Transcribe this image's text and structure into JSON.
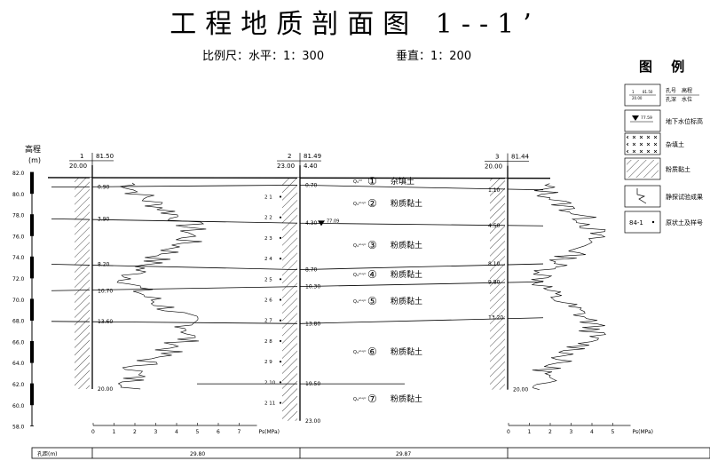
{
  "title": "工程地质剖面图 1--1’",
  "scale": {
    "horizontal": "比例尺：水平：1：300",
    "vertical": "垂直：1：200"
  },
  "legend": {
    "title": "图  例",
    "items": [
      {
        "icon": "borehole-legend-icon",
        "top": "孔号",
        "top_sub": "高程",
        "bottom": "孔深",
        "bottom_sub": "水位",
        "sample_a": "1",
        "sample_b": "81.50",
        "sample_c": "20.00"
      },
      {
        "icon": "groundwater-icon",
        "value": "77.59",
        "label": "地下水位标高"
      },
      {
        "icon": "fill-soil-hatch-icon",
        "label": "杂填土"
      },
      {
        "icon": "silty-clay-hatch-icon",
        "label": "粉质黏土"
      },
      {
        "icon": "cpt-curve-icon",
        "label": "静探试验成果"
      },
      {
        "icon": "sample-point-icon",
        "value": "84-1",
        "label": "原状土及样号"
      }
    ]
  },
  "elevation_axis": {
    "label": "高程",
    "unit": "(m)",
    "ticks": [
      "82.0",
      "80.0",
      "78.0",
      "76.0",
      "74.0",
      "72.0",
      "70.0",
      "68.0",
      "66.0",
      "64.0",
      "62.0",
      "60.0",
      "58.0"
    ]
  },
  "boreholes": [
    {
      "id": "1",
      "elevation": "81.50",
      "depth": "20.00",
      "water": "",
      "boundaries": [
        "0.90",
        "3.90",
        "8.20",
        "10.70",
        "13.60"
      ],
      "bottom": "20.00"
    },
    {
      "id": "2",
      "elevation": "81.49",
      "depth": "23.00",
      "water": "4.40",
      "boundaries": [
        "0.70",
        "4.30",
        "8.70",
        "10.30",
        "13.80",
        "19.50"
      ],
      "bottom": "23.00",
      "samples": [
        "2 1",
        "2 2",
        "2 3",
        "2 4",
        "2 5",
        "2 6",
        "2 7",
        "2 8",
        "2 9",
        "2 10",
        "2 11"
      ]
    },
    {
      "id": "3",
      "elevation": "81.44",
      "depth": "20.00",
      "water": "",
      "boundaries": [
        "1.10",
        "4.50",
        "8.10",
        "9.80",
        "13.20"
      ],
      "bottom": "20.00"
    }
  ],
  "water_level": "77.09",
  "layers": [
    {
      "code": "Q₄ᵐˡ",
      "number": "①",
      "name": "杂填土"
    },
    {
      "code": "Q₄ᵃˡ⁺ᵖˡ",
      "number": "②",
      "name": "粉质黏土"
    },
    {
      "code": "Q₄ᵃˡ⁺ᵖˡ",
      "number": "③",
      "name": "粉质黏土"
    },
    {
      "code": "Q₄ᵃˡ⁺ᵖˡ",
      "number": "④",
      "name": "粉质黏土"
    },
    {
      "code": "Q₄ᵃˡ⁺ᵖˡ",
      "number": "⑤",
      "name": "粉质黏土"
    },
    {
      "code": "Q₄ᵃˡ⁺ᵖˡ",
      "number": "⑥",
      "name": "粉质黏土"
    },
    {
      "code": "Q₄ᵃˡ⁺ᵖˡ",
      "number": "⑦",
      "name": "粉质黏土"
    }
  ],
  "ps_axis_1": {
    "ticks": [
      "0",
      "1",
      "2",
      "3",
      "4",
      "5",
      "6",
      "7"
    ],
    "label": "Ps(MPa)"
  },
  "ps_axis_2": {
    "ticks": [
      "0",
      "1",
      "2",
      "3",
      "4",
      "5"
    ],
    "label": "Ps(MPa)"
  },
  "distance": {
    "label": "孔距(m)",
    "values": [
      "29.80",
      "29.87"
    ]
  }
}
